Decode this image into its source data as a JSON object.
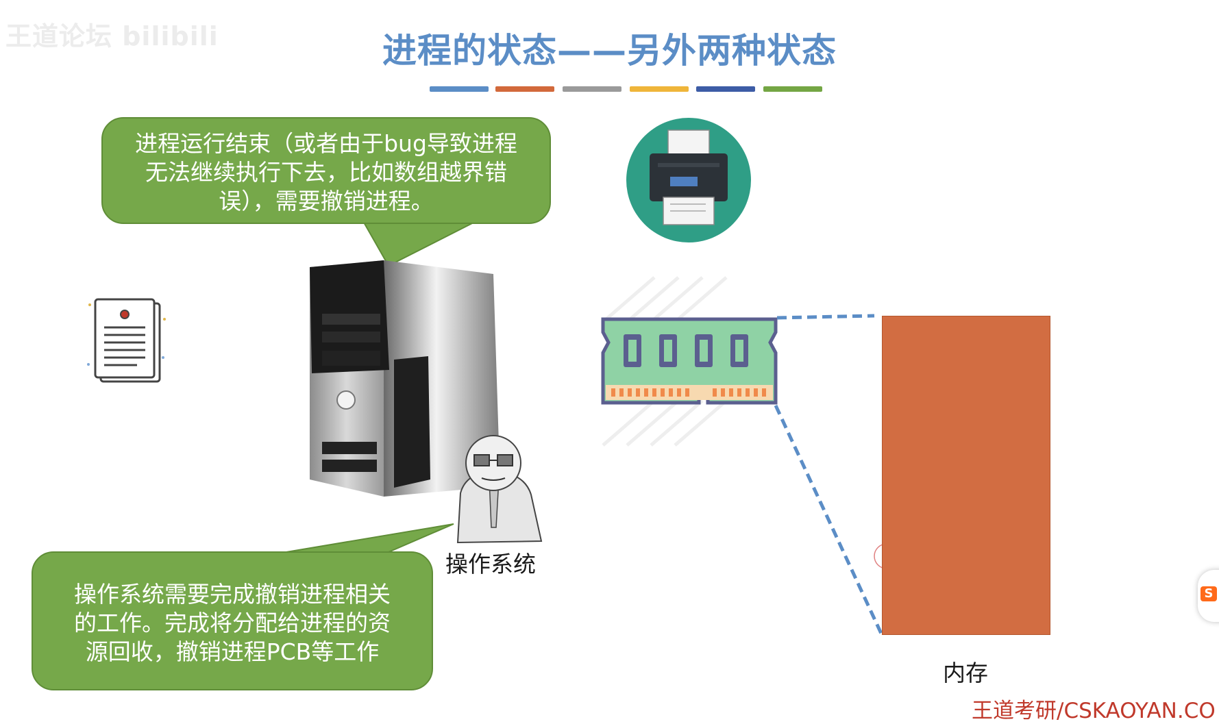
{
  "slide": {
    "watermark": "王道论坛 bilibili",
    "title": "进程的状态——另外两种状态",
    "color_bars": [
      "#5b8dc6",
      "#d2693b",
      "#9a9a9a",
      "#efb53a",
      "#3d5ca6",
      "#74a644"
    ],
    "bubble_top": {
      "lines": [
        "进程运行结束（或者由于bug导致进程",
        "无法继续执行下去，比如数组越界错",
        "误），需要撤销进程。"
      ]
    },
    "bubble_bottom": {
      "lines": [
        "操作系统需要完成撤销进程相关",
        "的工作。完成将分配给进程的资",
        "源回收，撤销进程PCB等工作"
      ]
    },
    "os_label": "操作系统",
    "memory_label": "内存",
    "footer": "王道考研/CSKAOYAN.CO",
    "colors": {
      "title": "#5b8dc6",
      "bubble_fill": "#76a84a",
      "memory_fill": "#d26d42",
      "dashed_line": "#5b8dc6",
      "printer_circle": "#2f9e86"
    },
    "icons": [
      "document-icon",
      "computer-tower-icon",
      "printer-icon",
      "ram-chip-icon",
      "person-icon",
      "mouse-cursor-icon",
      "sogou-ime-icon"
    ]
  }
}
